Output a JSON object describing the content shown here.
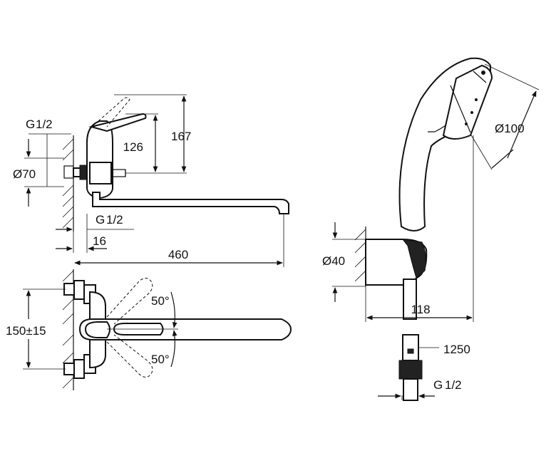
{
  "mixer_side_view": {
    "thread_label_top": "G",
    "thread_fraction_top": "1/2",
    "dim_126": "126",
    "dim_167": "167",
    "dim_diameter_70": "Ø70",
    "thread_label_bottom": "G",
    "thread_fraction_bottom": "1/2",
    "dim_16": "16",
    "dim_460": "460"
  },
  "mixer_top_view": {
    "dim_centers": "150±15",
    "angle_top": "50°",
    "angle_bottom": "50°"
  },
  "hand_shower": {
    "dim_diameter_100": "Ø100",
    "dim_diameter_40": "Ø40",
    "dim_118": "118",
    "dim_hose_length": "1250",
    "thread_label": "G",
    "thread_fraction": "1/2"
  }
}
